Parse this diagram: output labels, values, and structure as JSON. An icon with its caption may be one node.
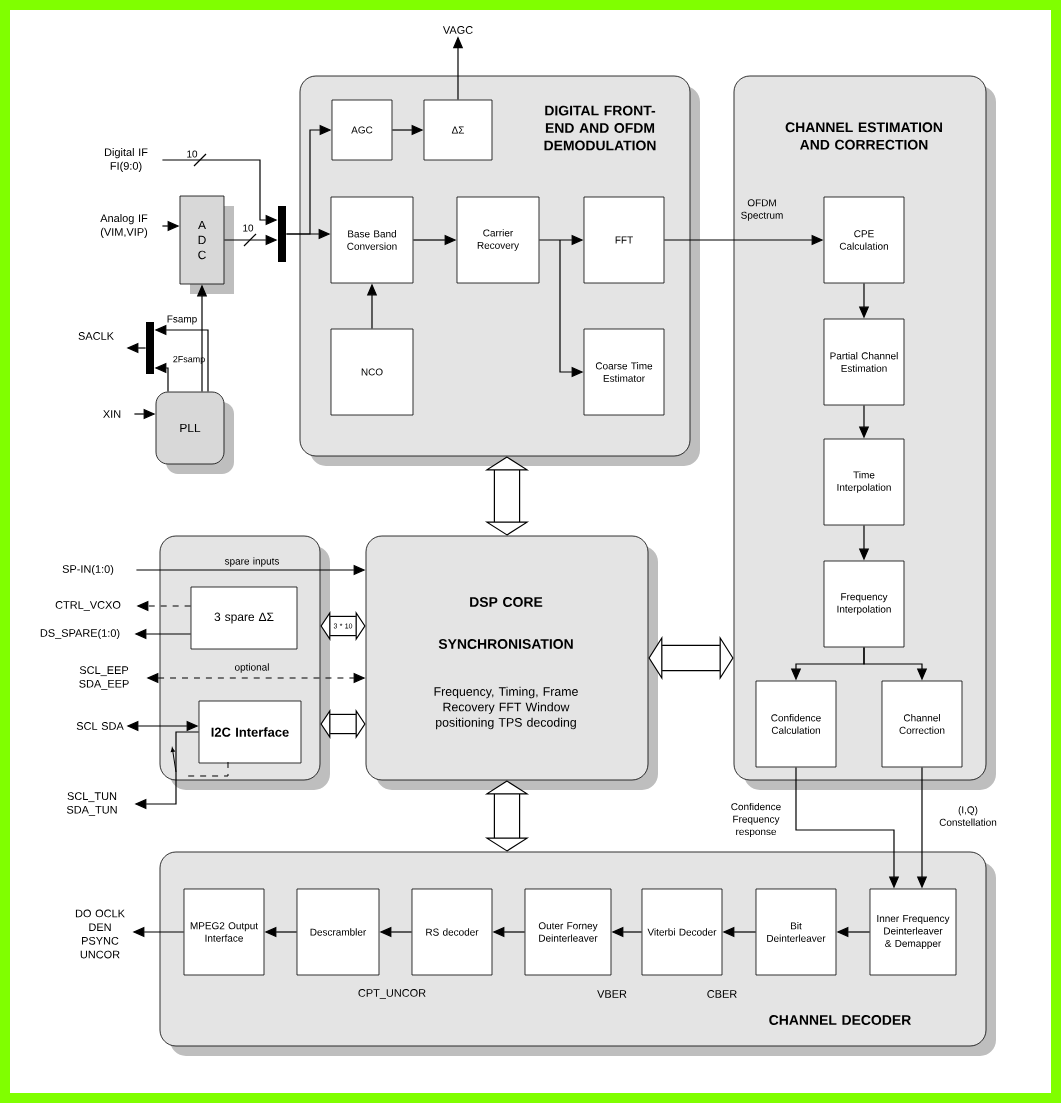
{
  "diagram": {
    "nodes": [
      {
        "text": [
          "DIGITAL FRONT-END AND OFDM DEMODULATION"
        ]
      },
      {
        "text": [
          "AGC"
        ],
        "in": 0
      },
      {
        "text": [
          "ΔΣ"
        ],
        "in": 0
      },
      {
        "text": [
          "Base Band Conversion"
        ],
        "in": 0
      },
      {
        "text": [
          "Carrier Recovery"
        ],
        "in": 0
      },
      {
        "text": [
          "FFT"
        ],
        "in": 0
      },
      {
        "text": [
          "NCO"
        ],
        "in": 0
      },
      {
        "text": [
          "Coarse Time Estimator"
        ],
        "in": 0
      },
      {
        "text": [
          "CHANNEL ESTIMATION AND CORRECTION"
        ]
      },
      {
        "text": [
          "CPE Calculation"
        ],
        "in": 8
      },
      {
        "text": [
          "Partial Channel Estimation"
        ],
        "in": 8
      },
      {
        "text": [
          "Time Interpolation"
        ],
        "in": 8
      },
      {
        "text": [
          "Frequency Interpolation"
        ],
        "in": 8
      },
      {
        "text": [
          "Confidence Calculation"
        ],
        "in": 8
      },
      {
        "text": [
          "Channel Correction"
        ],
        "in": 8
      },
      {
        "text": [
          "A D C"
        ]
      },
      {
        "text": [
          "PLL"
        ]
      },
      {
        "text": [],
        "shape": "box"
      },
      {
        "text": [
          "3 spare ΔΣ"
        ],
        "in": 17
      },
      {
        "text": [
          "I2C Interface"
        ],
        "in": 17
      },
      {
        "text": [
          "DSP CORE",
          "SYNCHRONISATION",
          "Frequency, Timing, Frame Recovery FFT Window positioning TPS decoding"
        ]
      },
      {
        "text": [
          "CHANNEL DECODER"
        ]
      },
      {
        "text": [
          "MPEG2 Output Interface"
        ],
        "in": 21
      },
      {
        "text": [
          "Descrambler"
        ],
        "in": 21
      },
      {
        "text": [
          "RS decoder"
        ],
        "in": 21
      },
      {
        "text": [
          "Outer Forney Deinterleaver"
        ],
        "in": 21
      },
      {
        "text": [
          "Viterbi Decoder"
        ],
        "in": 21
      },
      {
        "text": [
          "Bit Deinterleaver"
        ],
        "in": 21
      },
      {
        "text": [
          "Inner Frequency Deinterleaver & Demapper"
        ],
        "in": 21
      },
      {
        "text": [
          "VAGC"
        ]
      },
      {
        "text": [
          "Digital IF FI(9:0)"
        ]
      },
      {
        "text": [
          "Analog IF (VIM,VIP)"
        ]
      },
      {
        "text": [],
        "shape": "bar"
      },
      {
        "text": [
          "SACLK"
        ]
      },
      {
        "text": [],
        "shape": "bar"
      },
      {
        "text": [
          "XIN"
        ]
      },
      {
        "text": [
          "SP-IN(1:0)"
        ]
      },
      {
        "text": [
          "CTRL_VCXO"
        ]
      },
      {
        "text": [
          "DS_SPARE(1:0)"
        ]
      },
      {
        "text": [
          "SCL_EEP SDA_EEP"
        ]
      },
      {
        "text": [
          "SCL SDA"
        ]
      },
      {
        "text": [
          "SCL_TUN SDA_TUN"
        ]
      },
      {
        "text": [
          "DO OCLK DEN PSYNC UNCOR"
        ]
      }
    ],
    "edges": [
      {
        "from": 2,
        "to": 29,
        "arrow": "to"
      },
      {
        "from": 1,
        "to": 2,
        "arrow": "to"
      },
      {
        "from": 32,
        "to": 1,
        "arrow": "to"
      },
      {
        "from": 32,
        "to": 3,
        "arrow": "to"
      },
      {
        "from": 3,
        "to": 4,
        "arrow": "to"
      },
      {
        "from": 4,
        "to": 5,
        "arrow": "to"
      },
      {
        "from": 4,
        "to": 7,
        "arrow": "to"
      },
      {
        "from": 6,
        "to": 3,
        "arrow": "to"
      },
      {
        "from": 5,
        "to": 9,
        "arrow": "to",
        "label": "OFDM Spectrum"
      },
      {
        "from": 9,
        "to": 10,
        "arrow": "to"
      },
      {
        "from": 10,
        "to": 11,
        "arrow": "to"
      },
      {
        "from": 11,
        "to": 12,
        "arrow": "to"
      },
      {
        "from": 12,
        "to": 13,
        "arrow": "to"
      },
      {
        "from": 12,
        "to": 14,
        "arrow": "to"
      },
      {
        "from": 13,
        "to": 28,
        "arrow": "to",
        "label": "Confidence Frequency response"
      },
      {
        "from": 14,
        "to": 28,
        "arrow": "to",
        "label": "(I,Q) Constellation"
      },
      {
        "from": 28,
        "to": 27,
        "arrow": "to"
      },
      {
        "from": 27,
        "to": 26,
        "arrow": "to"
      },
      {
        "from": 26,
        "to": 25,
        "arrow": "to"
      },
      {
        "from": 25,
        "to": 24,
        "arrow": "to"
      },
      {
        "from": 24,
        "to": 23,
        "arrow": "to"
      },
      {
        "from": 23,
        "to": 22,
        "arrow": "to"
      },
      {
        "from": 22,
        "to": 42,
        "arrow": "to"
      },
      {
        "from": 30,
        "to": 32,
        "arrow": "to",
        "label": "10"
      },
      {
        "from": 15,
        "to": 32,
        "arrow": "to",
        "label": "10"
      },
      {
        "from": 31,
        "to": 15,
        "arrow": "to"
      },
      {
        "from": 16,
        "to": 15,
        "arrow": "to"
      },
      {
        "from": 16,
        "to": 34,
        "arrow": "to",
        "label": "Fsamp"
      },
      {
        "from": 16,
        "to": 34,
        "arrow": "to",
        "label": "2Fsamp"
      },
      {
        "from": 34,
        "to": 33,
        "arrow": "to"
      },
      {
        "from": 35,
        "to": 16,
        "arrow": "to"
      },
      {
        "from": 36,
        "to": 20,
        "arrow": "to",
        "label": "spare inputs"
      },
      {
        "from": 18,
        "to": 37,
        "arrow": "to",
        "style": "dashed"
      },
      {
        "from": 18,
        "to": 38,
        "arrow": "to"
      },
      {
        "from": 39,
        "to": 20,
        "arrow": "both",
        "style": "dashed",
        "label": "optional"
      },
      {
        "from": 40,
        "to": 19,
        "arrow": "both"
      },
      {
        "from": 19,
        "to": 41,
        "arrow": "to"
      },
      {
        "from": 0,
        "to": 20,
        "arrow": "both",
        "style": "thick"
      },
      {
        "from": 20,
        "to": 8,
        "arrow": "both",
        "style": "thick"
      },
      {
        "from": 20,
        "to": 21,
        "arrow": "both",
        "style": "thick"
      },
      {
        "from": 17,
        "to": 20,
        "arrow": "both",
        "style": "thick",
        "label": "3 * 10"
      },
      {
        "from": 17,
        "to": 20,
        "arrow": "both",
        "style": "thick"
      }
    ],
    "labels": [
      "CPT_UNCOR",
      "VBER",
      "CBER"
    ]
  }
}
